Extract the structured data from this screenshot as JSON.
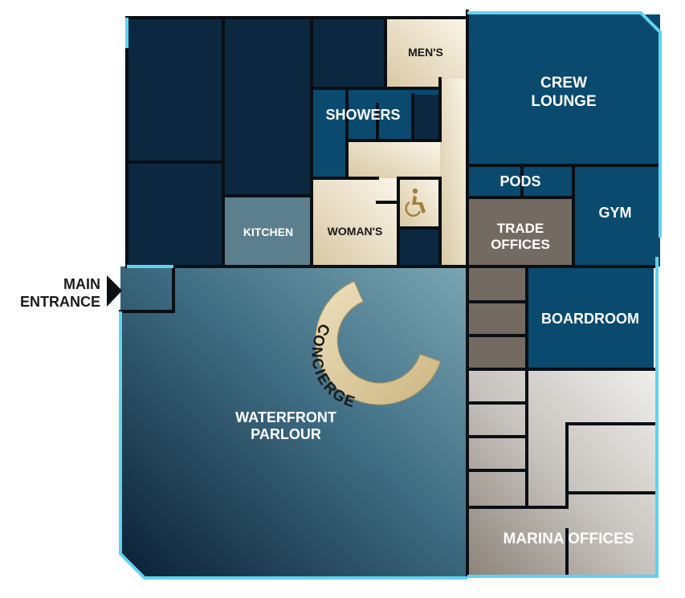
{
  "entrance": {
    "line1": "MAIN",
    "line2": "ENTRANCE"
  },
  "rooms": {
    "mens": "MEN'S",
    "showers": "SHOWERS",
    "crew_lounge_1": "CREW",
    "crew_lounge_2": "LOUNGE",
    "pods": "PODS",
    "gym": "GYM",
    "kitchen": "KITCHEN",
    "womans": "WOMAN'S",
    "trade_1": "TRADE",
    "trade_2": "OFFICES",
    "boardroom": "BOARDROOM",
    "parlour_1": "WATERFRONT",
    "parlour_2": "PARLOUR",
    "marina": "MARINA OFFICES"
  },
  "concierge": "CONCIERGE",
  "icons": {
    "accessible": "wheelchair-icon",
    "entrance": "arrow-right-icon"
  },
  "colors": {
    "navy": "#0c2740",
    "blue": "#0b4a6f",
    "taupe": "#736a62",
    "cream": "#efe5cf",
    "edge": "#5fd3ef",
    "gold": "#a07f3c"
  }
}
